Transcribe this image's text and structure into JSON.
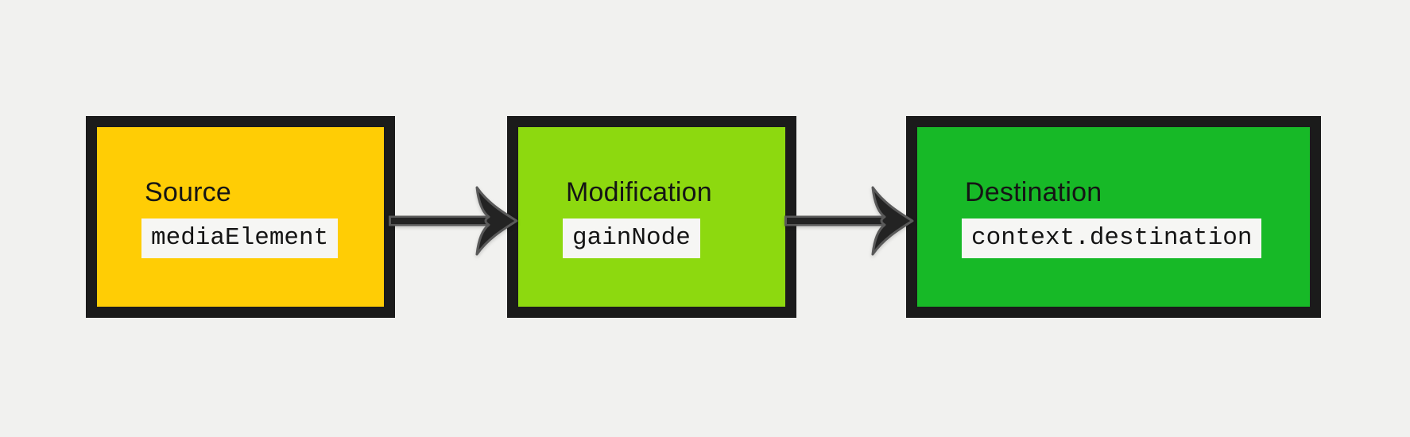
{
  "colors": {
    "page_background": "#f1f1ef",
    "box_border": "#1b1b1b",
    "chip_background": "#f6f6f4",
    "label_text": "#151515",
    "code_text": "#141414",
    "arrow_fill": "#232323",
    "arrow_outline": "#595959",
    "source_fill": "#ffcd05",
    "modification_fill": "#8dd90f",
    "destination_fill": "#17b927"
  },
  "nodes": [
    {
      "label": "Source",
      "code": "mediaElement",
      "fill": "#ffcd05"
    },
    {
      "label": "Modification",
      "code": "gainNode",
      "fill": "#8dd90f"
    },
    {
      "label": "Destination",
      "code": "context.destination",
      "fill": "#17b927"
    }
  ]
}
